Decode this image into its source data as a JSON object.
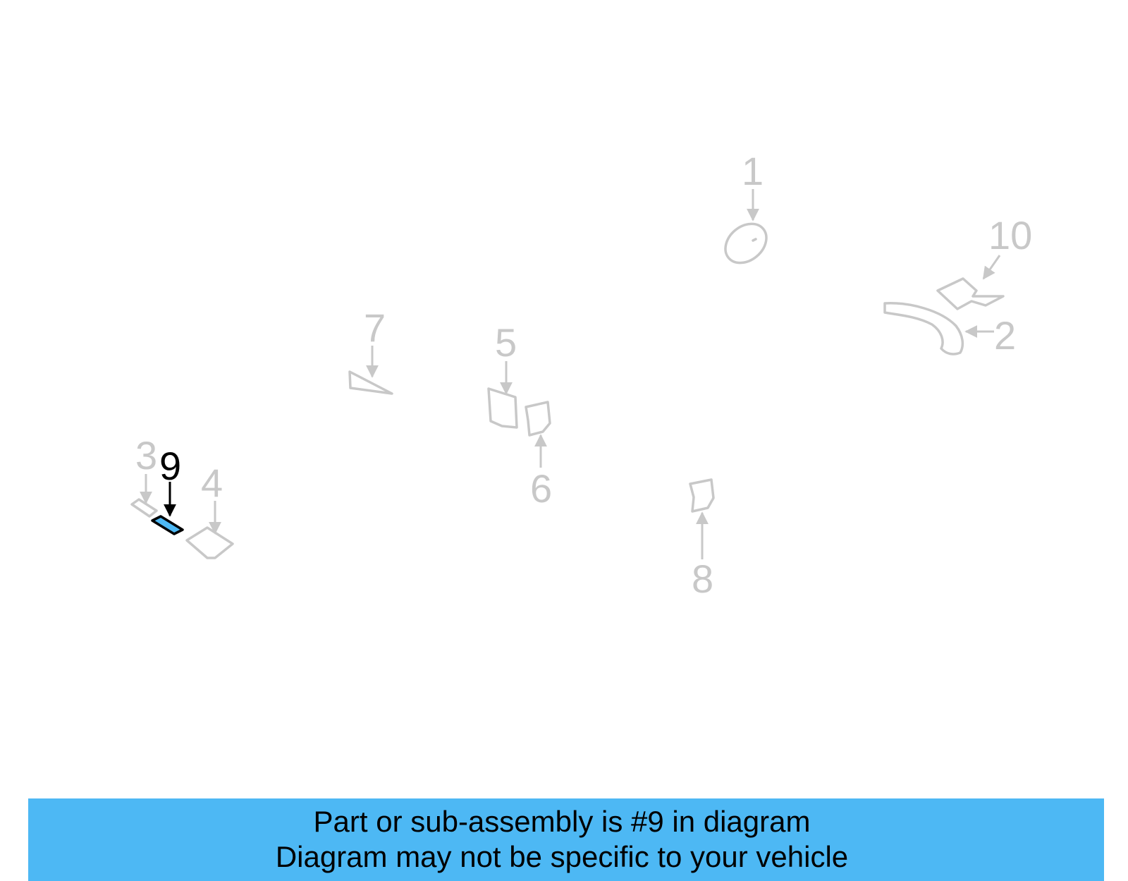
{
  "diagram": {
    "highlight_color": "#4db8f4",
    "muted_color": "#c8c8c8",
    "selected_part": "9",
    "callouts": [
      {
        "id": "1",
        "label": "1"
      },
      {
        "id": "2",
        "label": "2"
      },
      {
        "id": "3",
        "label": "3"
      },
      {
        "id": "4",
        "label": "4"
      },
      {
        "id": "5",
        "label": "5"
      },
      {
        "id": "6",
        "label": "6"
      },
      {
        "id": "7",
        "label": "7"
      },
      {
        "id": "8",
        "label": "8"
      },
      {
        "id": "9",
        "label": "9"
      },
      {
        "id": "10",
        "label": "10"
      }
    ]
  },
  "banner": {
    "line1": "Part or sub-assembly is #9 in diagram",
    "line2": "Diagram may not be specific to your vehicle"
  }
}
